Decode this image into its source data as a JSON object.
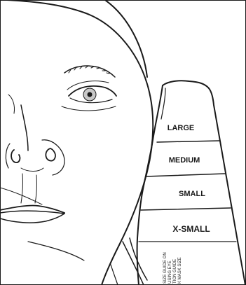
{
  "sizes": {
    "large": "LARGE",
    "medium": "MEDIUM",
    "small": "SMALL",
    "x_small": "X-SMALL"
  },
  "guide_text": {
    "line1": "SIZE GUIDE ON",
    "line2": "USING EYE",
    "line3": "TION GUIDE",
    "line4": "K MASK SIZE"
  }
}
